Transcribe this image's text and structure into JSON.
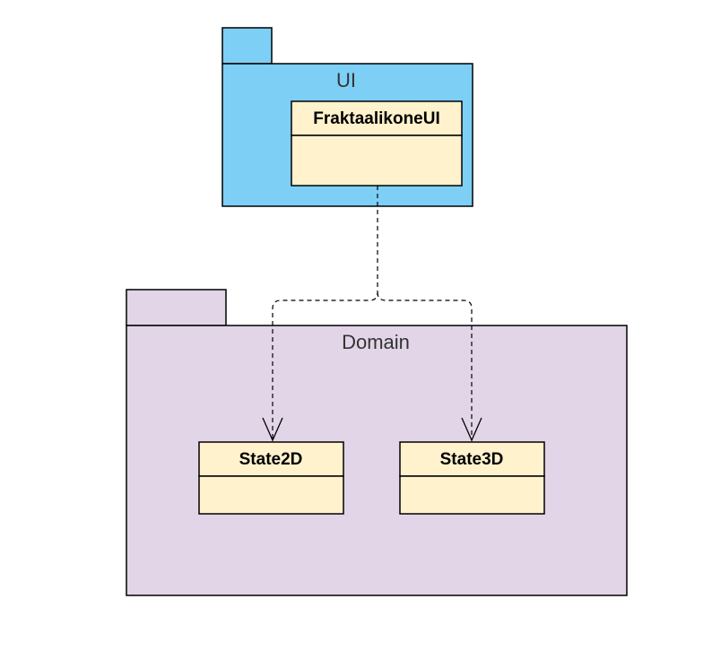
{
  "colors": {
    "ui_package_fill": "#7dcff5",
    "domain_package_fill": "#e1d5e7",
    "class_fill": "#fff2cc",
    "stroke": "#000000",
    "dependency_line": "#000000"
  },
  "packages": {
    "ui": {
      "label": "UI",
      "classes": [
        {
          "name": "FraktaalikoneUI"
        }
      ]
    },
    "domain": {
      "label": "Domain",
      "classes": [
        {
          "name": "State2D"
        },
        {
          "name": "State3D"
        }
      ]
    }
  },
  "dependencies": [
    {
      "from": "FraktaalikoneUI",
      "to": "State2D",
      "style": "dashed",
      "arrow": "open"
    },
    {
      "from": "FraktaalikoneUI",
      "to": "State3D",
      "style": "dashed",
      "arrow": "open"
    }
  ]
}
